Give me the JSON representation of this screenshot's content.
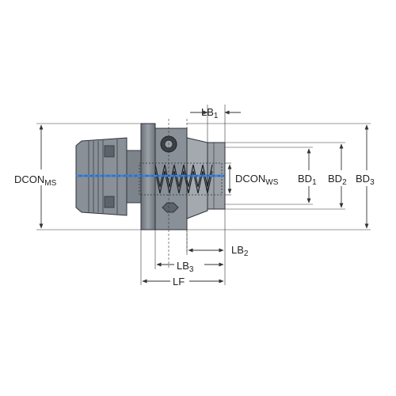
{
  "labels": {
    "dcon_ms_main": "DCON",
    "dcon_ms_sub": "MS",
    "dcon_ws_main": "DCON",
    "dcon_ws_sub": "WS",
    "bd1_main": "BD",
    "bd1_sub": "1",
    "bd2_main": "BD",
    "bd2_sub": "2",
    "bd3_main": "BD",
    "bd3_sub": "3",
    "lb1_main": "LB",
    "lb1_sub": "1",
    "lb2_main": "LB",
    "lb2_sub": "2",
    "lb3_main": "LB",
    "lb3_sub": "3",
    "lf": "LF"
  },
  "colors": {
    "body": "#8a9097",
    "body_dark": "#6e747b",
    "coolant_channel": "#1f6fd0",
    "dimension_lines": "#333333"
  }
}
